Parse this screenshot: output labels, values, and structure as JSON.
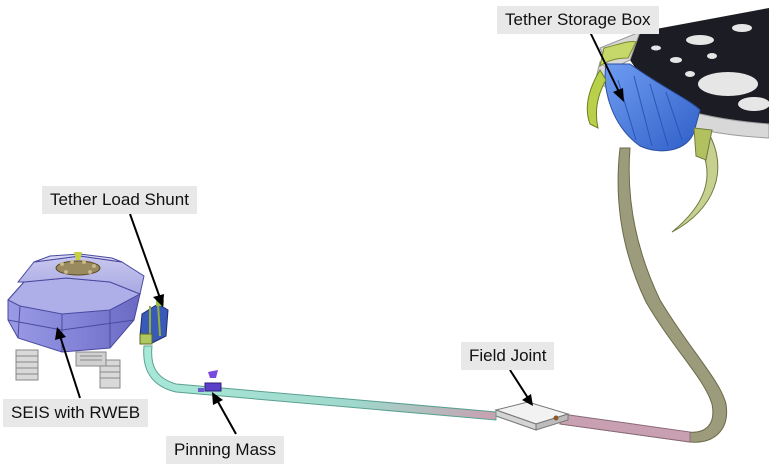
{
  "labels": {
    "tether_storage_box": "Tether Storage Box",
    "tether_load_shunt": "Tether Load Shunt",
    "field_joint": "Field Joint",
    "seis_with_rweb": "SEIS with RWEB",
    "pinning_mass": "Pinning Mass"
  },
  "colors": {
    "label_background": "#e8e8e8",
    "seis_body": "#8f8fe0",
    "tether_near": "#a8e8d8",
    "tether_far": "#8a8a6a",
    "storage_box": "#4a7de0",
    "deck": "#1a1a22"
  }
}
